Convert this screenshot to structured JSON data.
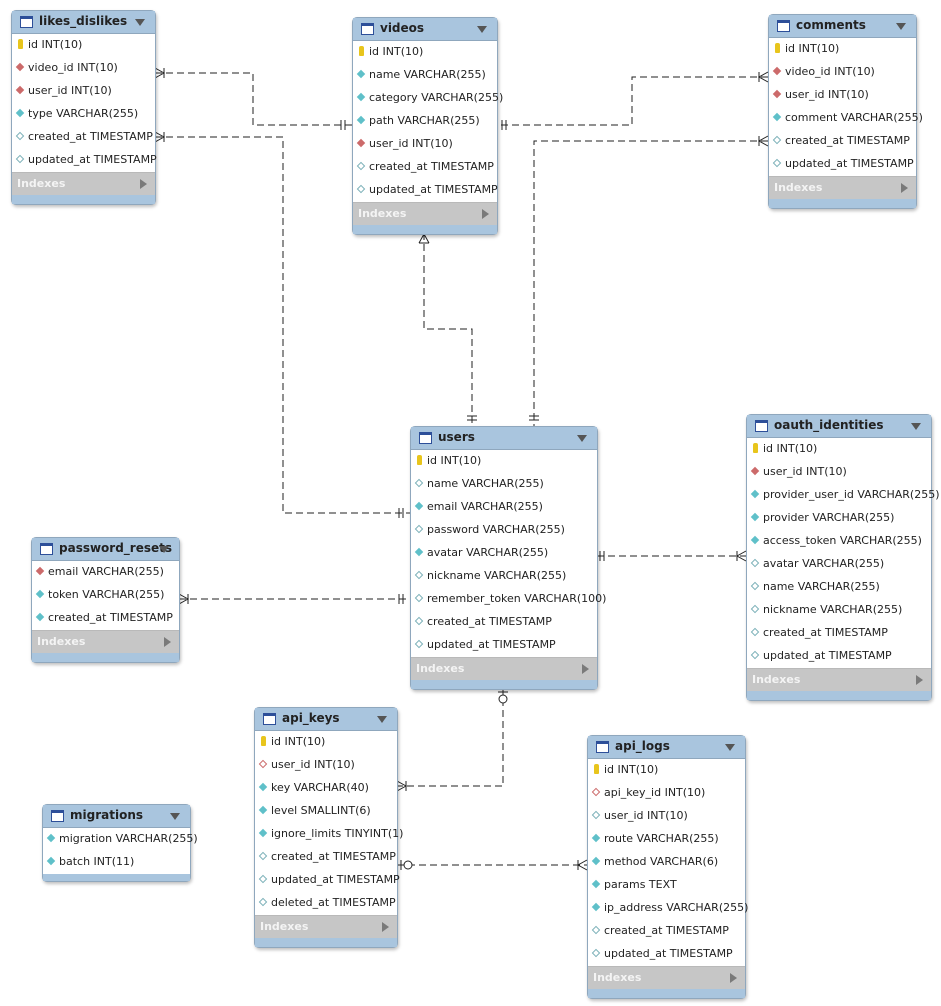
{
  "tables": {
    "likes_dislikes": {
      "name": "likes_dislikes",
      "indexes_label": "Indexes",
      "columns": [
        {
          "text": "id INT(10)",
          "kind": "pk"
        },
        {
          "text": "video_id INT(10)",
          "kind": "fk"
        },
        {
          "text": "user_id INT(10)",
          "kind": "fk"
        },
        {
          "text": "type VARCHAR(255)",
          "kind": "nn"
        },
        {
          "text": "created_at TIMESTAMP",
          "kind": "opt"
        },
        {
          "text": "updated_at TIMESTAMP",
          "kind": "opt"
        }
      ]
    },
    "videos": {
      "name": "videos",
      "indexes_label": "Indexes",
      "columns": [
        {
          "text": "id INT(10)",
          "kind": "pk"
        },
        {
          "text": "name VARCHAR(255)",
          "kind": "nn"
        },
        {
          "text": "category VARCHAR(255)",
          "kind": "nn"
        },
        {
          "text": "path VARCHAR(255)",
          "kind": "nn"
        },
        {
          "text": "user_id INT(10)",
          "kind": "fk"
        },
        {
          "text": "created_at TIMESTAMP",
          "kind": "opt"
        },
        {
          "text": "updated_at TIMESTAMP",
          "kind": "opt"
        }
      ]
    },
    "comments": {
      "name": "comments",
      "indexes_label": "Indexes",
      "columns": [
        {
          "text": "id INT(10)",
          "kind": "pk"
        },
        {
          "text": "video_id INT(10)",
          "kind": "fk"
        },
        {
          "text": "user_id INT(10)",
          "kind": "fk"
        },
        {
          "text": "comment VARCHAR(255)",
          "kind": "nn"
        },
        {
          "text": "created_at TIMESTAMP",
          "kind": "opt"
        },
        {
          "text": "updated_at TIMESTAMP",
          "kind": "opt"
        }
      ]
    },
    "users": {
      "name": "users",
      "indexes_label": "Indexes",
      "columns": [
        {
          "text": "id INT(10)",
          "kind": "pk"
        },
        {
          "text": "name VARCHAR(255)",
          "kind": "opt"
        },
        {
          "text": "email VARCHAR(255)",
          "kind": "nn"
        },
        {
          "text": "password VARCHAR(255)",
          "kind": "opt"
        },
        {
          "text": "avatar VARCHAR(255)",
          "kind": "nn"
        },
        {
          "text": "nickname VARCHAR(255)",
          "kind": "opt"
        },
        {
          "text": "remember_token VARCHAR(100)",
          "kind": "opt"
        },
        {
          "text": "created_at TIMESTAMP",
          "kind": "opt"
        },
        {
          "text": "updated_at TIMESTAMP",
          "kind": "opt"
        }
      ]
    },
    "oauth_identities": {
      "name": "oauth_identities",
      "indexes_label": "Indexes",
      "columns": [
        {
          "text": "id INT(10)",
          "kind": "pk"
        },
        {
          "text": "user_id INT(10)",
          "kind": "fk"
        },
        {
          "text": "provider_user_id VARCHAR(255)",
          "kind": "nn"
        },
        {
          "text": "provider VARCHAR(255)",
          "kind": "nn"
        },
        {
          "text": "access_token VARCHAR(255)",
          "kind": "nn"
        },
        {
          "text": "avatar VARCHAR(255)",
          "kind": "opt"
        },
        {
          "text": "name VARCHAR(255)",
          "kind": "opt"
        },
        {
          "text": "nickname VARCHAR(255)",
          "kind": "opt"
        },
        {
          "text": "created_at TIMESTAMP",
          "kind": "opt"
        },
        {
          "text": "updated_at TIMESTAMP",
          "kind": "opt"
        }
      ]
    },
    "password_resets": {
      "name": "password_resets",
      "indexes_label": "Indexes",
      "columns": [
        {
          "text": "email VARCHAR(255)",
          "kind": "fk"
        },
        {
          "text": "token VARCHAR(255)",
          "kind": "nn"
        },
        {
          "text": "created_at TIMESTAMP",
          "kind": "nn"
        }
      ]
    },
    "api_keys": {
      "name": "api_keys",
      "indexes_label": "Indexes",
      "columns": [
        {
          "text": "id INT(10)",
          "kind": "pk"
        },
        {
          "text": "user_id INT(10)",
          "kind": "fkopt"
        },
        {
          "text": "key VARCHAR(40)",
          "kind": "nn"
        },
        {
          "text": "level SMALLINT(6)",
          "kind": "nn"
        },
        {
          "text": "ignore_limits TINYINT(1)",
          "kind": "nn"
        },
        {
          "text": "created_at TIMESTAMP",
          "kind": "opt"
        },
        {
          "text": "updated_at TIMESTAMP",
          "kind": "opt"
        },
        {
          "text": "deleted_at TIMESTAMP",
          "kind": "opt"
        }
      ]
    },
    "api_logs": {
      "name": "api_logs",
      "indexes_label": "Indexes",
      "columns": [
        {
          "text": "id INT(10)",
          "kind": "pk"
        },
        {
          "text": "api_key_id INT(10)",
          "kind": "fkopt"
        },
        {
          "text": "user_id INT(10)",
          "kind": "opt"
        },
        {
          "text": "route VARCHAR(255)",
          "kind": "nn"
        },
        {
          "text": "method VARCHAR(6)",
          "kind": "nn"
        },
        {
          "text": "params TEXT",
          "kind": "nn"
        },
        {
          "text": "ip_address VARCHAR(255)",
          "kind": "nn"
        },
        {
          "text": "created_at TIMESTAMP",
          "kind": "opt"
        },
        {
          "text": "updated_at TIMESTAMP",
          "kind": "opt"
        }
      ]
    },
    "migrations": {
      "name": "migrations",
      "indexes_label": "",
      "columns": [
        {
          "text": "migration VARCHAR(255)",
          "kind": "nn"
        },
        {
          "text": "batch INT(11)",
          "kind": "nn"
        }
      ]
    }
  },
  "relationships": [
    {
      "from": "likes_dislikes",
      "to": "videos",
      "type": "one-to-many"
    },
    {
      "from": "likes_dislikes",
      "to": "users",
      "type": "one-to-many"
    },
    {
      "from": "comments",
      "to": "videos",
      "type": "one-to-many"
    },
    {
      "from": "comments",
      "to": "users",
      "type": "one-to-many"
    },
    {
      "from": "videos",
      "to": "users",
      "type": "one-to-many"
    },
    {
      "from": "password_resets",
      "to": "users",
      "type": "one-to-many"
    },
    {
      "from": "oauth_identities",
      "to": "users",
      "type": "one-to-many"
    },
    {
      "from": "api_keys",
      "to": "users",
      "type": "zero-or-one-to-many"
    },
    {
      "from": "api_logs",
      "to": "api_keys",
      "type": "zero-or-one-to-many"
    }
  ],
  "colors": {
    "header": "#a9c5de",
    "indexes": "#c6c6c6",
    "primary_key": "#e8c51c",
    "foreign_key": "#cc6a6a",
    "not_null": "#5fc0c9"
  }
}
